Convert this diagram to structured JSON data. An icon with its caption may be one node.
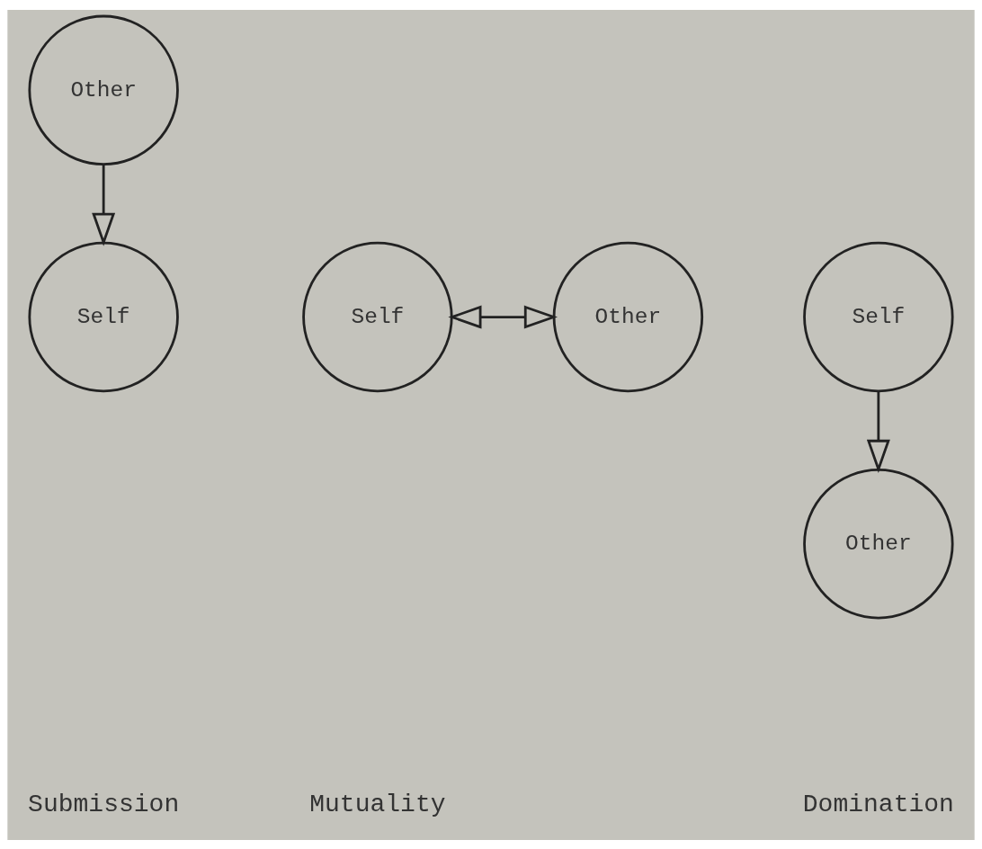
{
  "diagram": {
    "nodes": [
      {
        "text": [
          "Other"
        ]
      },
      {
        "text": [
          "Self"
        ]
      },
      {
        "text": [
          "Self"
        ]
      },
      {
        "text": [
          "Other"
        ]
      },
      {
        "text": [
          "Self"
        ]
      },
      {
        "text": [
          "Other"
        ]
      }
    ],
    "edges": [
      {
        "from": 0,
        "to": 1,
        "arrow": "to"
      },
      {
        "from": 2,
        "to": 3,
        "arrow": "both"
      },
      {
        "from": 4,
        "to": 5,
        "arrow": "to"
      }
    ],
    "labels": [
      "Submission",
      "Mutuality",
      "Domination"
    ]
  }
}
